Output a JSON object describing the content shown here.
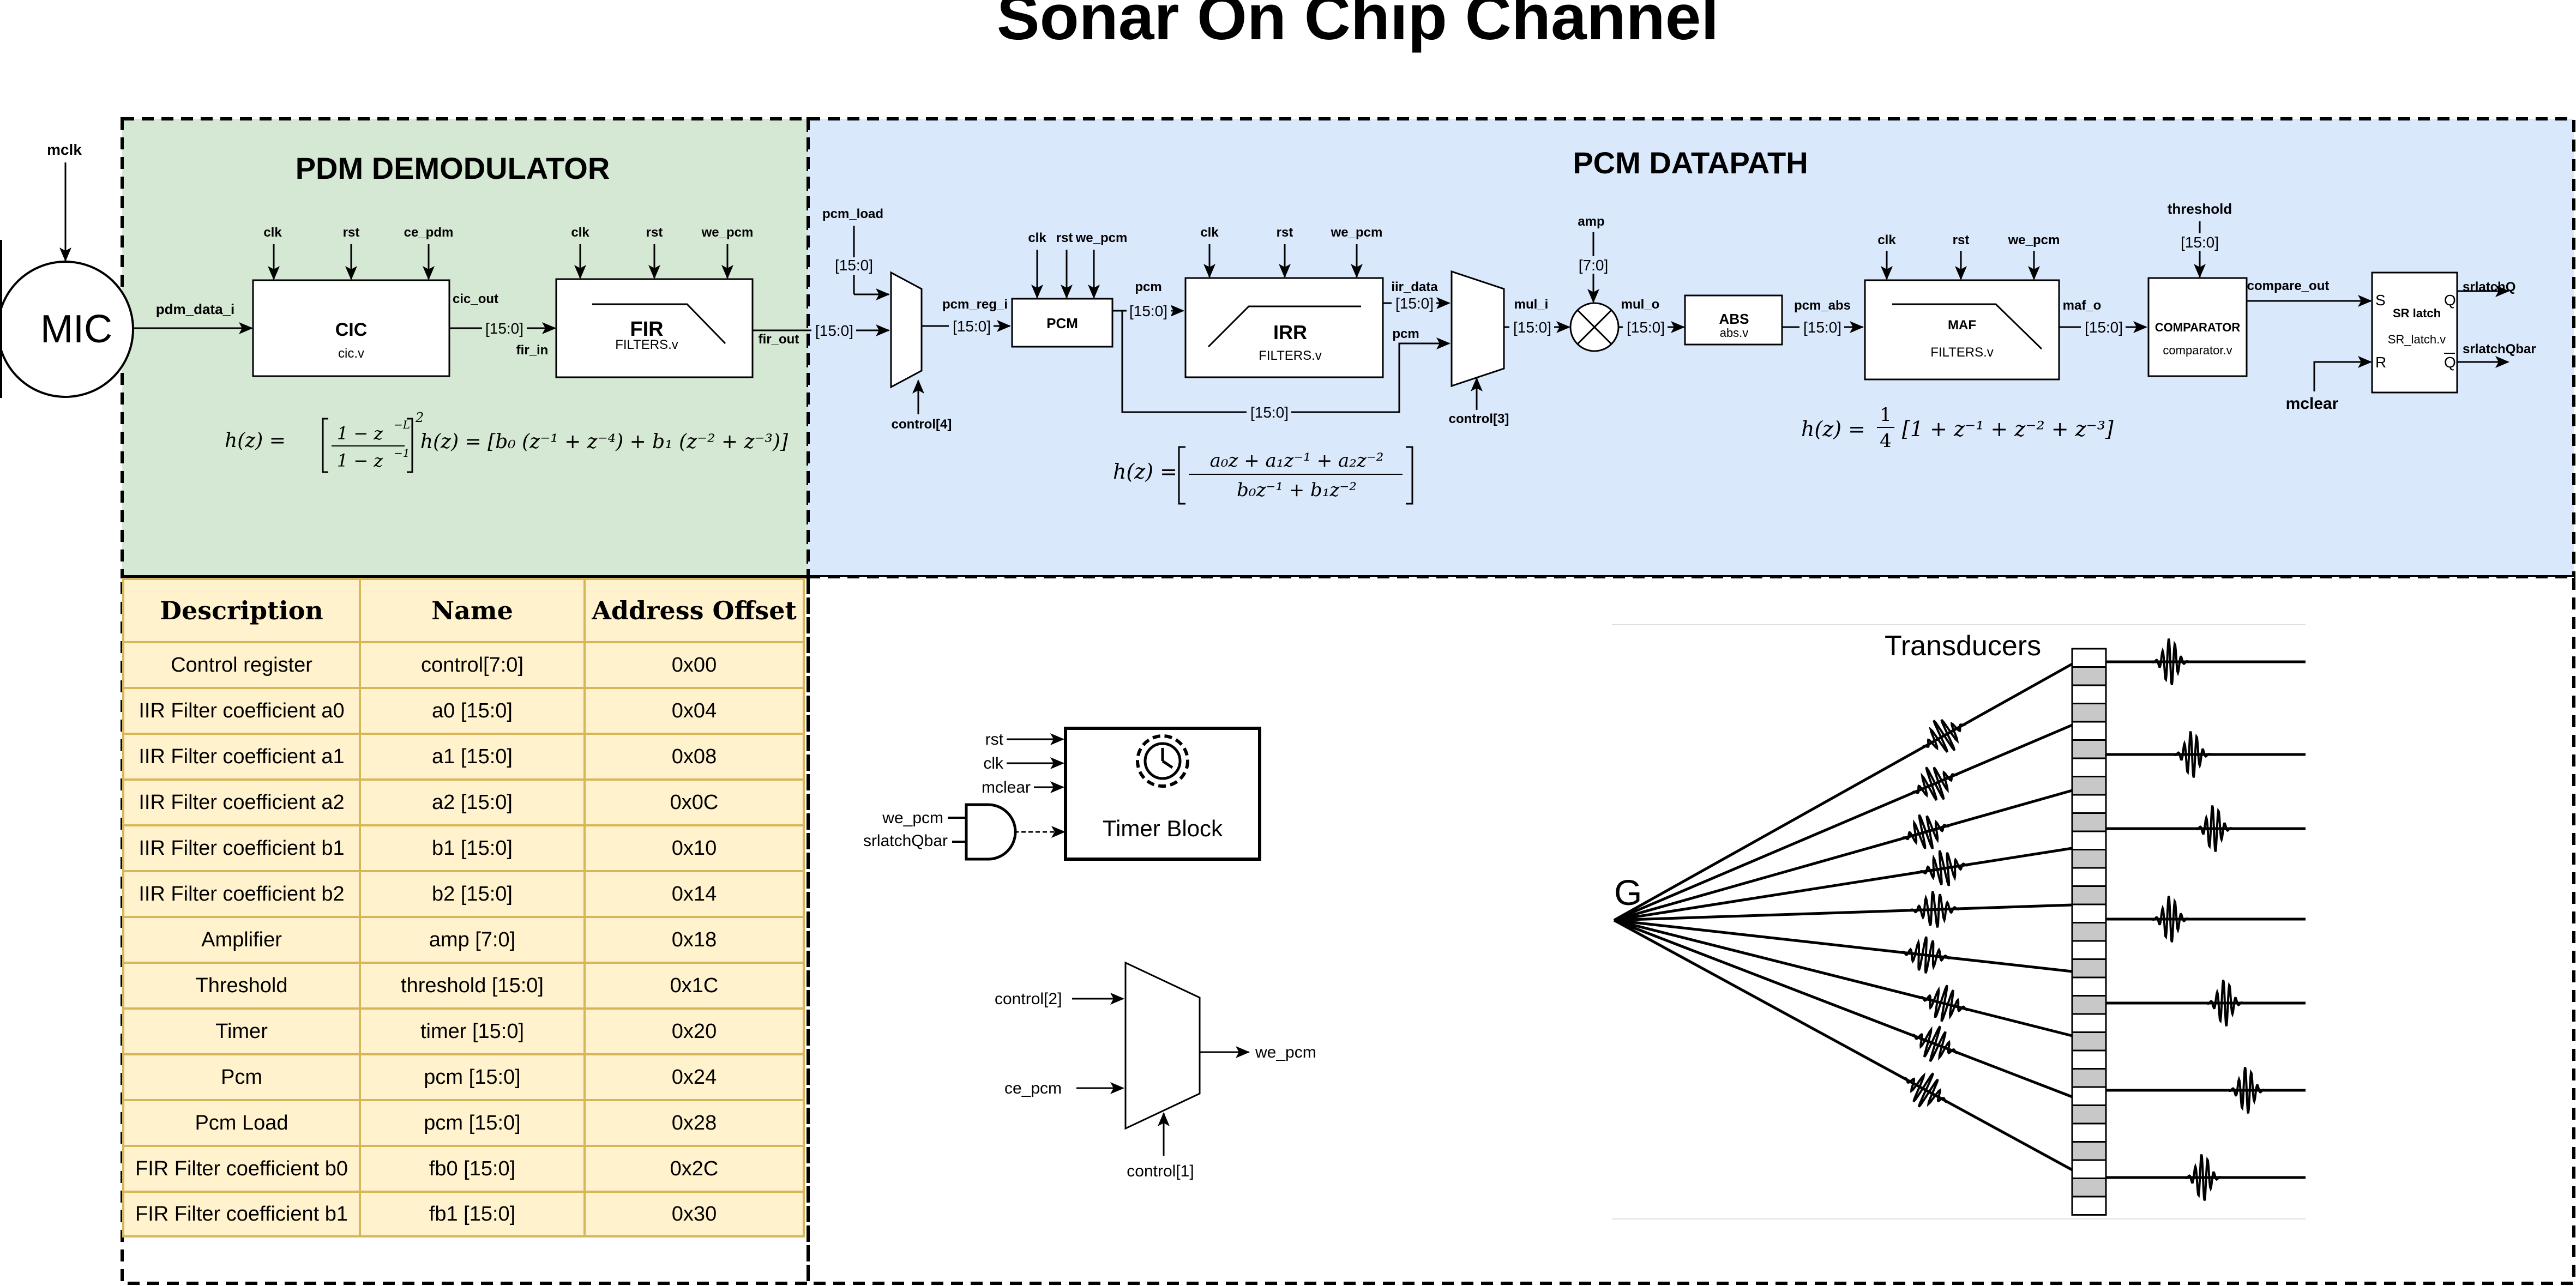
{
  "title": "Sonar On Chip Channel",
  "pdm": {
    "section_title": "PDM DEMODULATOR",
    "mclk": "mclk",
    "mic": "MIC",
    "pdm_data_i": "pdm_data_i",
    "cic": {
      "name": "CIC",
      "file": "cic.v",
      "in1": "clk",
      "in2": "rst",
      "in3": "ce_pdm",
      "out": "cic_out"
    },
    "bus1": "[15:0]",
    "fir_in": "fir_in",
    "fir": {
      "name": "FIR",
      "file": "FILTERS.v",
      "in1": "clk",
      "in2": "rst",
      "in3": "we_pcm",
      "out": "fir_out"
    },
    "eq_cic": {
      "lhs": "h(z) =",
      "num": "1 − z",
      "num_sup": "−L",
      "den": "1 − z",
      "den_sup": "−1",
      "pow": "2"
    },
    "eq_fir": {
      "text": "h(z) = [b₀ (z⁻¹ + z⁻⁴) + b₁ (z⁻² + z⁻³)]"
    }
  },
  "pcm": {
    "section_title": "PCM DATAPATH",
    "fir_bus": "[15:0]",
    "pcm_load": "pcm_load",
    "pcm_load_bus": "[15:0]",
    "control4": "control[4]",
    "pcm_reg_i": "pcm_reg_i",
    "pcm_reg_bus": "[15:0]",
    "pcm_block": {
      "name": "PCM",
      "in1": "clk",
      "in2": "rst",
      "in3": "we_pcm"
    },
    "pcm_wire": "pcm",
    "pcm_bus": "[15:0]",
    "bypass_bus": "[15:0]",
    "irr": {
      "name": "IRR",
      "file": "FILTERS.v",
      "in1": "clk",
      "in2": "rst",
      "in3": "we_pcm",
      "out": "iir_data"
    },
    "iir_bus": "[15:0]",
    "pcm_bypass": "pcm",
    "control3": "control[3]",
    "mul_i": "mul_i",
    "mul_i_bus": "[15:0]",
    "amp": "amp",
    "amp_bus": "[7:0]",
    "mul_o": "mul_o",
    "mul_o_bus": "[15:0]",
    "abs": {
      "name": "ABS",
      "file": "abs.v"
    },
    "pcm_abs": "pcm_abs",
    "pcm_abs_bus": "[15:0]",
    "maf": {
      "name": "MAF",
      "file": "FILTERS.v",
      "in1": "clk",
      "in2": "rst",
      "in3": "we_pcm",
      "out": "maf_o"
    },
    "maf_bus": "[15:0]",
    "threshold": "threshold",
    "threshold_bus": "[15:0]",
    "comparator": {
      "name": "COMPARATOR",
      "file": "comparator.v",
      "out": "compare_out"
    },
    "srlatch": {
      "name": "SR latch",
      "file": "SR_latch.v",
      "s": "S",
      "r": "R",
      "q": "Q",
      "qbar": "Q",
      "out_q": "srlatchQ",
      "out_qbar": "srlatchQbar"
    },
    "mclear": "mclear",
    "eq_irr": {
      "lhs": "h(z) =",
      "num": "a₀z + a₁z⁻¹ + a₂z⁻²",
      "den": "b₀z⁻¹ + b₁z⁻²"
    },
    "eq_maf": {
      "lhs": "h(z) =",
      "num": "1",
      "den": "4",
      "rhs": "[1 + z⁻¹ + z⁻² + z⁻³]"
    }
  },
  "registers": {
    "headers": [
      "Description",
      "Name",
      "Address Offset"
    ],
    "rows": [
      [
        "Control register",
        "control[7:0]",
        "0x00"
      ],
      [
        "IIR Filter coefficient a0",
        "a0 [15:0]",
        "0x04"
      ],
      [
        "IIR Filter coefficient a1",
        "a1 [15:0]",
        "0x08"
      ],
      [
        "IIR Filter coefficient a2",
        "a2 [15:0]",
        "0x0C"
      ],
      [
        "IIR Filter coefficient b1",
        "b1 [15:0]",
        "0x10"
      ],
      [
        "IIR Filter coefficient b2",
        "b2 [15:0]",
        "0x14"
      ],
      [
        "Amplifier",
        "amp [7:0]",
        "0x18"
      ],
      [
        "Threshold",
        "threshold [15:0]",
        "0x1C"
      ],
      [
        "Timer",
        "timer [15:0]",
        "0x20"
      ],
      [
        "Pcm",
        "pcm [15:0]",
        "0x24"
      ],
      [
        "Pcm Load",
        "pcm [15:0]",
        "0x28"
      ],
      [
        "FIR Filter coefficient b0",
        "fb0 [15:0]",
        "0x2C"
      ],
      [
        "FIR Filter coefficient b1",
        "fb1 [15:0]",
        "0x30"
      ]
    ]
  },
  "timer": {
    "name": "Timer Block",
    "rst": "rst",
    "clk": "clk",
    "mclear": "mclear",
    "we_pcm": "we_pcm",
    "srlatchQbar": "srlatchQbar"
  },
  "mux_we": {
    "in_a": "control[2]",
    "in_b": "ce_pcm",
    "sel": "control[1]",
    "out": "we_pcm"
  },
  "transducers": {
    "title": "Transducers",
    "source": "G"
  },
  "colors": {
    "pdm_bg": "#d5e8d4",
    "pcm_bg": "#dae8fc",
    "table_bg": "#fff2cc",
    "table_border": "#d6b656"
  }
}
